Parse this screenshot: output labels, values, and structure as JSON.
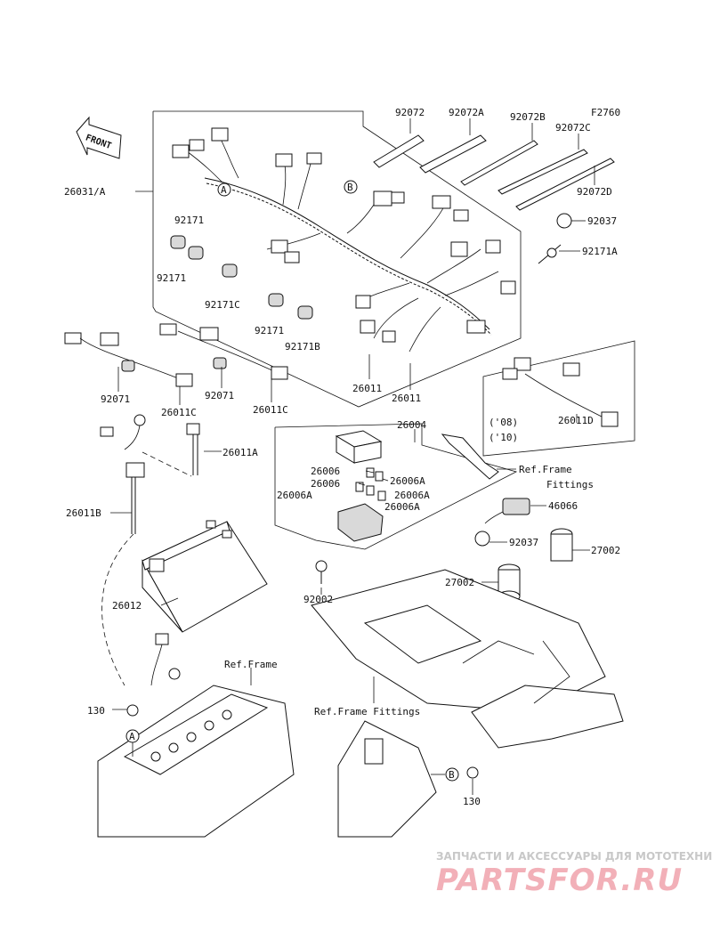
{
  "figure_code": "F2760",
  "direction_label": "FRONT",
  "callouts": {
    "c26031A": "26031/A",
    "c92072": "92072",
    "c92072A": "92072A",
    "c92072B": "92072B",
    "c92072C": "92072C",
    "c92072D": "92072D",
    "c92037a": "92037",
    "c92171A": "92171A",
    "c92171a": "92171",
    "c92171b": "92171",
    "c92171C": "92171C",
    "c92171c": "92171",
    "c92171B": "92171B",
    "c26011a": "26011",
    "c26011b": "26011",
    "c92071a": "92071",
    "c26011Ca": "26011C",
    "c92071b": "92071",
    "c26011Cb": "26011C",
    "c26011D": "26011D",
    "c08": "('08)",
    "c10": "('10)",
    "c26004": "26004",
    "c26011A": "26011A",
    "c26006a": "26006",
    "c26006Aa": "26006A",
    "c26006b": "26006",
    "c26006Ab": "26006A",
    "c26006Ac": "26006A",
    "c26006Ad": "26006A",
    "c26011B": "26011B",
    "cRefFrameFittings1a": "Ref.Frame",
    "cRefFrameFittings1b": "Fittings",
    "c46066": "46066",
    "c92037b": "92037",
    "c27002a": "27002",
    "c27002b": "27002",
    "c26012": "26012",
    "c92002": "92002",
    "cRefFrame": "Ref.Frame",
    "cRefFrameFittings2": "Ref.Frame Fittings",
    "c130a": "130",
    "c130b": "130",
    "markerA1": "A",
    "markerA2": "A",
    "markerB1": "B",
    "markerB2": "B"
  },
  "watermark": {
    "tagline": "ЗАПЧАСТИ И АКСЕССУАРЫ ДЛЯ МОТОТЕХНИКИ",
    "logo": "PARTSFOR.RU"
  }
}
